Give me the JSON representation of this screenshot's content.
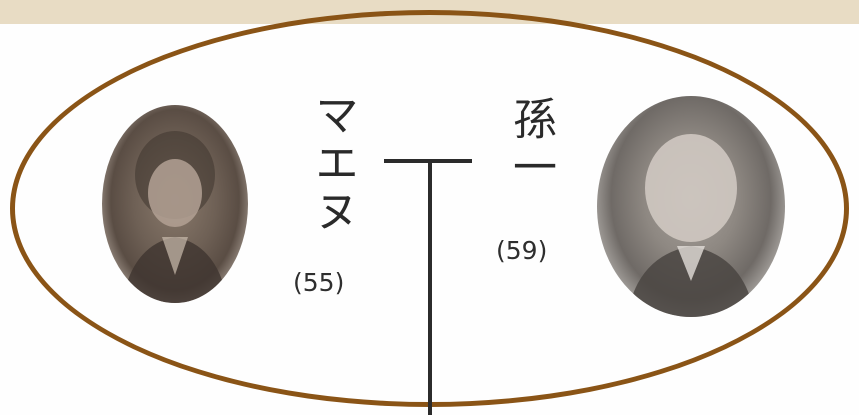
{
  "couple": {
    "wife": {
      "name": "マエヌ",
      "age": "(55)"
    },
    "husband": {
      "name": "孫一",
      "age": "(59)"
    }
  },
  "colors": {
    "ring": "#8a5416",
    "header_band": "#e8dcc4",
    "lines": "#2b2b2b"
  }
}
